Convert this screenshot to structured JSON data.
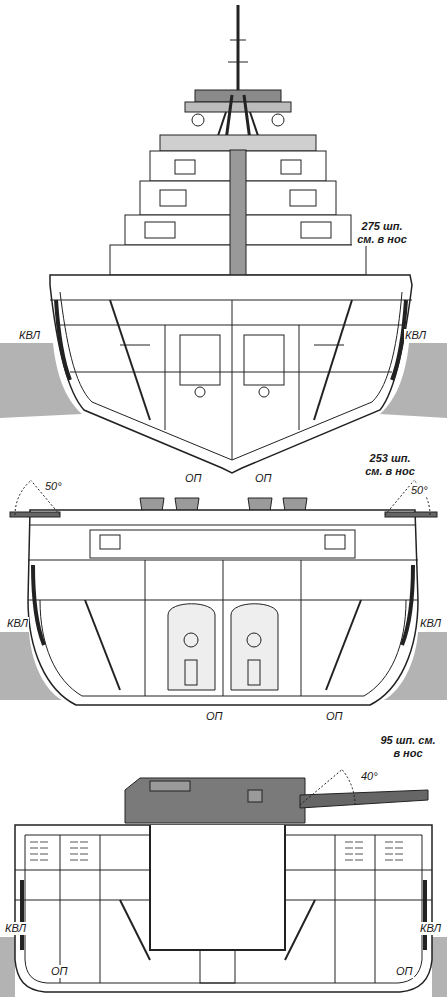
{
  "diagram": {
    "labels": [
      "275 шп. см. в нос",
      "КВЛ",
      "КВЛ",
      "ОП",
      "ОП",
      "253 шп. см. в нос",
      "50°",
      "50°",
      "КВЛ",
      "КВЛ",
      "ОП",
      "ОП",
      "95 шп. см. в нос",
      "40°",
      "КВЛ",
      "КВЛ",
      "ОП",
      "ОП"
    ]
  }
}
